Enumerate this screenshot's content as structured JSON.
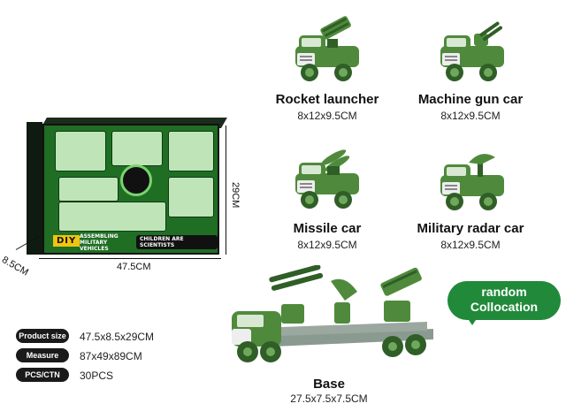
{
  "box": {
    "brand_text": "DIY",
    "sub_text": "ASSEMBLING MILITARY VEHICLES",
    "tag_text": "CHILDREN ARE SCIENTISTS",
    "width_label": "47.5CM",
    "height_label": "29CM",
    "depth_label": "8.5CM"
  },
  "products": [
    {
      "name": "Rocket launcher",
      "size": "8x12x9.5CM",
      "icon": "rocket-launcher-truck-icon"
    },
    {
      "name": "Machine gun car",
      "size": "8x12x9.5CM",
      "icon": "machine-gun-truck-icon"
    },
    {
      "name": "Missile car",
      "size": "8x12x9.5CM",
      "icon": "missile-truck-icon"
    },
    {
      "name": "Military radar car",
      "size": "8x12x9.5CM",
      "icon": "radar-truck-icon"
    }
  ],
  "base": {
    "name": "Base",
    "size": "27.5x7.5x7.5CM",
    "icon": "base-carrier-truck-icon"
  },
  "bubble": {
    "line1": "random",
    "line2": "Collocation"
  },
  "specs": [
    {
      "label": "Product size",
      "value": "47.5x8.5x29CM"
    },
    {
      "label": "Measure",
      "value": "87x49x89CM"
    },
    {
      "label": "PCS/CTN",
      "value": "30PCS"
    }
  ],
  "colors": {
    "toy_green": "#4f8a3c",
    "toy_dark": "#2f5e27",
    "cab_white": "#eeeeee",
    "bubble_green": "#208a3a"
  }
}
